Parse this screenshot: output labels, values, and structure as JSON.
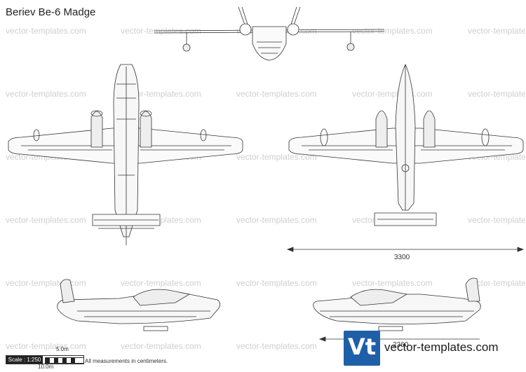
{
  "title": "Beriev Be-6 Madge",
  "watermark": "vector-templates.com",
  "dimensions": {
    "wingspan_label": "3300",
    "length_label": "2360"
  },
  "scale": {
    "text": "Scale : 1:250",
    "five_m": "5.0m",
    "ten_m": "10.0m"
  },
  "note": "All measurements in centimeters.",
  "logo": {
    "glyph": "Vt",
    "brand": "vector-templates.com",
    "color": "#1f5fa8"
  }
}
